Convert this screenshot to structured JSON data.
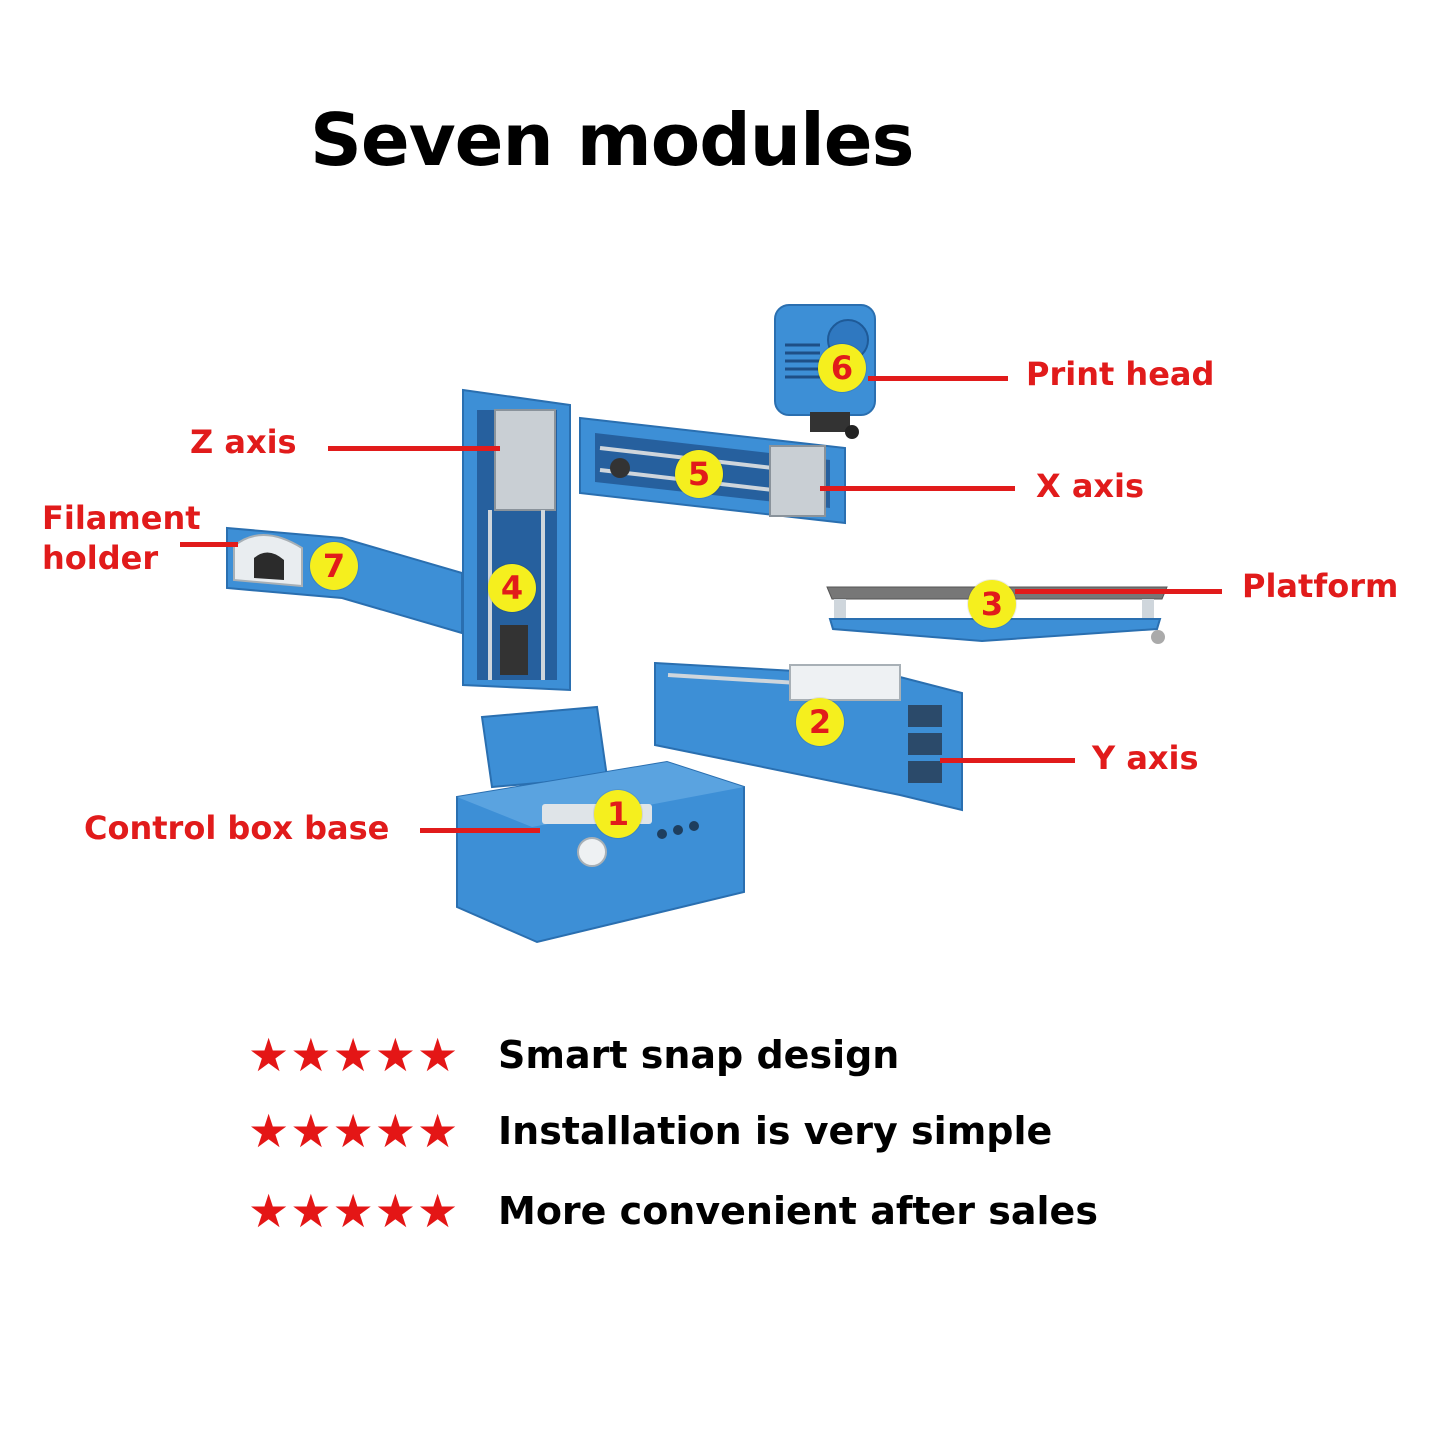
{
  "title": "Seven modules",
  "modules": [
    {
      "number": "1",
      "label": "Control box base"
    },
    {
      "number": "2",
      "label": "Y axis"
    },
    {
      "number": "3",
      "label": "Platform"
    },
    {
      "number": "4",
      "label": "Z axis"
    },
    {
      "number": "5",
      "label": "X axis"
    },
    {
      "number": "6",
      "label": "Print head"
    },
    {
      "number": "7",
      "label": "Filament holder"
    }
  ],
  "features": [
    {
      "stars": "★★★★★",
      "text": "Smart snap design"
    },
    {
      "stars": "★★★★★",
      "text": "Installation is very simple"
    },
    {
      "stars": "★★★★★",
      "text": "More convenient after sales"
    }
  ],
  "colors": {
    "module_blue": "#3d8fd6",
    "label_red": "#e11b1b",
    "badge_yellow": "#f5ef1e"
  }
}
